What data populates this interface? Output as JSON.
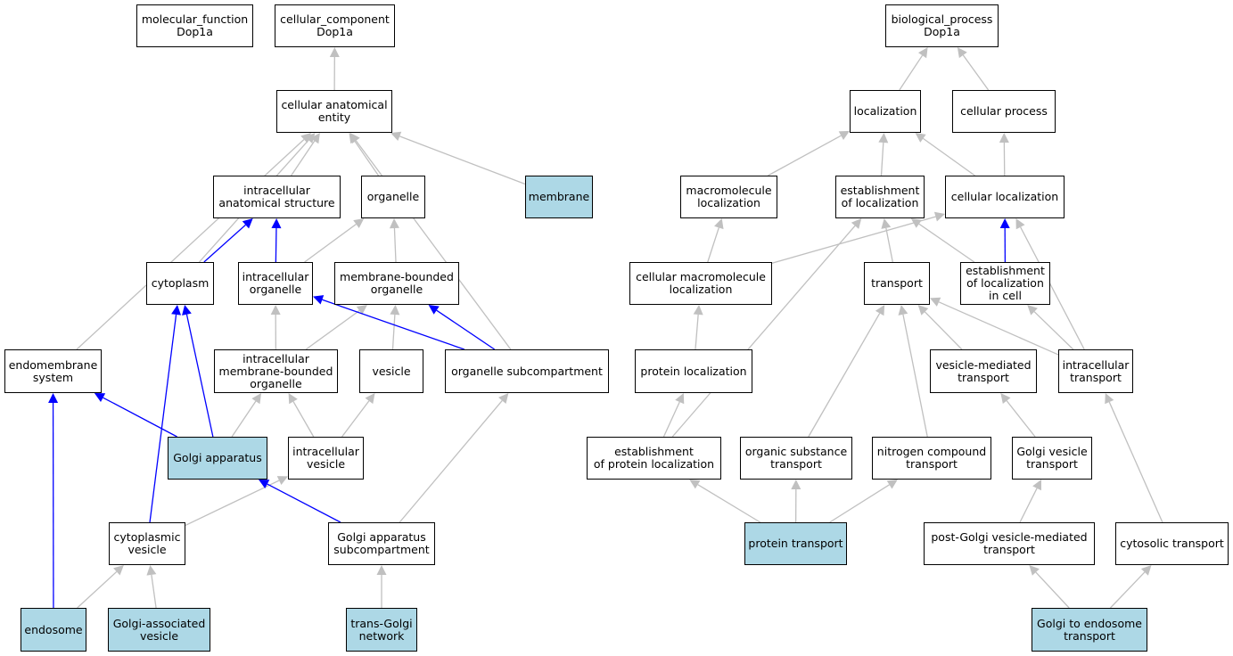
{
  "colors": {
    "highlight": "#add8e6",
    "node_fill": "#ffffff",
    "edge_default": "#c0c0c0",
    "edge_blue": "#0000ff",
    "border": "#000000"
  },
  "nodes": {
    "molecular_function": {
      "label": "molecular_function\nDop1a",
      "highlight": false
    },
    "cellular_component": {
      "label": "cellular_component\nDop1a",
      "highlight": false
    },
    "biological_process": {
      "label": "biological_process\nDop1a",
      "highlight": false
    },
    "cellular_anatomical_entity": {
      "label": "cellular anatomical\nentity",
      "highlight": false
    },
    "intracellular_anatomical_structure": {
      "label": "intracellular\nanatomical structure",
      "highlight": false
    },
    "organelle": {
      "label": "organelle",
      "highlight": false
    },
    "membrane": {
      "label": "membrane",
      "highlight": true
    },
    "cytoplasm": {
      "label": "cytoplasm",
      "highlight": false
    },
    "intracellular_organelle": {
      "label": "intracellular\norganelle",
      "highlight": false
    },
    "membrane_bounded_organelle": {
      "label": "membrane-bounded\norganelle",
      "highlight": false
    },
    "endomembrane_system": {
      "label": "endomembrane\nsystem",
      "highlight": false
    },
    "intracellular_membrane_bounded_organelle": {
      "label": "intracellular\nmembrane-bounded\norganelle",
      "highlight": false
    },
    "vesicle": {
      "label": "vesicle",
      "highlight": false
    },
    "organelle_subcompartment": {
      "label": "organelle subcompartment",
      "highlight": false
    },
    "golgi_apparatus": {
      "label": "Golgi apparatus",
      "highlight": true
    },
    "intracellular_vesicle": {
      "label": "intracellular\nvesicle",
      "highlight": false
    },
    "cytoplasmic_vesicle": {
      "label": "cytoplasmic\nvesicle",
      "highlight": false
    },
    "golgi_apparatus_subcompartment": {
      "label": "Golgi apparatus\nsubcompartment",
      "highlight": false
    },
    "endosome": {
      "label": "endosome",
      "highlight": true
    },
    "golgi_associated_vesicle": {
      "label": "Golgi-associated\nvesicle",
      "highlight": true
    },
    "trans_golgi_network": {
      "label": "trans-Golgi\nnetwork",
      "highlight": true
    },
    "localization": {
      "label": "localization",
      "highlight": false
    },
    "cellular_process": {
      "label": "cellular process",
      "highlight": false
    },
    "macromolecule_localization": {
      "label": "macromolecule\nlocalization",
      "highlight": false
    },
    "establishment_of_localization": {
      "label": "establishment\nof localization",
      "highlight": false
    },
    "cellular_localization": {
      "label": "cellular localization",
      "highlight": false
    },
    "cellular_macromolecule_localization": {
      "label": "cellular macromolecule\nlocalization",
      "highlight": false
    },
    "transport": {
      "label": "transport",
      "highlight": false
    },
    "establishment_of_localization_in_cell": {
      "label": "establishment\nof localization\nin cell",
      "highlight": false
    },
    "protein_localization": {
      "label": "protein localization",
      "highlight": false
    },
    "vesicle_mediated_transport": {
      "label": "vesicle-mediated\ntransport",
      "highlight": false
    },
    "intracellular_transport": {
      "label": "intracellular\ntransport",
      "highlight": false
    },
    "establishment_of_protein_localization": {
      "label": "establishment\nof protein localization",
      "highlight": false
    },
    "organic_substance_transport": {
      "label": "organic substance\ntransport",
      "highlight": false
    },
    "nitrogen_compound_transport": {
      "label": "nitrogen compound\ntransport",
      "highlight": false
    },
    "golgi_vesicle_transport": {
      "label": "Golgi vesicle\ntransport",
      "highlight": false
    },
    "protein_transport": {
      "label": "protein transport",
      "highlight": true
    },
    "post_golgi_vesicle_mediated_transport": {
      "label": "post-Golgi vesicle-mediated\ntransport",
      "highlight": false
    },
    "cytosolic_transport": {
      "label": "cytosolic transport",
      "highlight": false
    },
    "golgi_to_endosome_transport": {
      "label": "Golgi to endosome\ntransport",
      "highlight": true
    }
  },
  "edges": [
    {
      "from": "cellular_anatomical_entity",
      "to": "cellular_component",
      "relation": "is_a"
    },
    {
      "from": "intracellular_anatomical_structure",
      "to": "cellular_anatomical_entity",
      "relation": "is_a"
    },
    {
      "from": "organelle",
      "to": "cellular_anatomical_entity",
      "relation": "is_a"
    },
    {
      "from": "membrane",
      "to": "cellular_anatomical_entity",
      "relation": "is_a"
    },
    {
      "from": "cytoplasm",
      "to": "cellular_anatomical_entity",
      "relation": "is_a"
    },
    {
      "from": "endomembrane_system",
      "to": "cellular_anatomical_entity",
      "relation": "is_a"
    },
    {
      "from": "organelle_subcompartment",
      "to": "cellular_anatomical_entity",
      "relation": "is_a"
    },
    {
      "from": "cytoplasm",
      "to": "intracellular_anatomical_structure",
      "relation": "part_of"
    },
    {
      "from": "intracellular_organelle",
      "to": "intracellular_anatomical_structure",
      "relation": "part_of"
    },
    {
      "from": "intracellular_organelle",
      "to": "organelle",
      "relation": "is_a"
    },
    {
      "from": "membrane_bounded_organelle",
      "to": "organelle",
      "relation": "is_a"
    },
    {
      "from": "intracellular_membrane_bounded_organelle",
      "to": "intracellular_organelle",
      "relation": "is_a"
    },
    {
      "from": "intracellular_membrane_bounded_organelle",
      "to": "membrane_bounded_organelle",
      "relation": "is_a"
    },
    {
      "from": "vesicle",
      "to": "membrane_bounded_organelle",
      "relation": "is_a"
    },
    {
      "from": "organelle_subcompartment",
      "to": "intracellular_organelle",
      "relation": "part_of"
    },
    {
      "from": "organelle_subcompartment",
      "to": "membrane_bounded_organelle",
      "relation": "part_of"
    },
    {
      "from": "golgi_apparatus",
      "to": "cytoplasm",
      "relation": "part_of"
    },
    {
      "from": "golgi_apparatus",
      "to": "endomembrane_system",
      "relation": "part_of"
    },
    {
      "from": "golgi_apparatus",
      "to": "intracellular_membrane_bounded_organelle",
      "relation": "is_a"
    },
    {
      "from": "intracellular_vesicle",
      "to": "intracellular_membrane_bounded_organelle",
      "relation": "is_a"
    },
    {
      "from": "intracellular_vesicle",
      "to": "vesicle",
      "relation": "is_a"
    },
    {
      "from": "cytoplasmic_vesicle",
      "to": "cytoplasm",
      "relation": "part_of"
    },
    {
      "from": "cytoplasmic_vesicle",
      "to": "intracellular_vesicle",
      "relation": "is_a"
    },
    {
      "from": "golgi_apparatus_subcompartment",
      "to": "golgi_apparatus",
      "relation": "part_of"
    },
    {
      "from": "golgi_apparatus_subcompartment",
      "to": "organelle_subcompartment",
      "relation": "is_a"
    },
    {
      "from": "endosome",
      "to": "endomembrane_system",
      "relation": "part_of"
    },
    {
      "from": "endosome",
      "to": "cytoplasmic_vesicle",
      "relation": "is_a"
    },
    {
      "from": "golgi_associated_vesicle",
      "to": "cytoplasmic_vesicle",
      "relation": "is_a"
    },
    {
      "from": "trans_golgi_network",
      "to": "golgi_apparatus_subcompartment",
      "relation": "is_a"
    },
    {
      "from": "localization",
      "to": "biological_process",
      "relation": "is_a"
    },
    {
      "from": "cellular_process",
      "to": "biological_process",
      "relation": "is_a"
    },
    {
      "from": "macromolecule_localization",
      "to": "localization",
      "relation": "is_a"
    },
    {
      "from": "establishment_of_localization",
      "to": "localization",
      "relation": "is_a"
    },
    {
      "from": "cellular_localization",
      "to": "localization",
      "relation": "is_a"
    },
    {
      "from": "cellular_localization",
      "to": "cellular_process",
      "relation": "is_a"
    },
    {
      "from": "cellular_macromolecule_localization",
      "to": "macromolecule_localization",
      "relation": "is_a"
    },
    {
      "from": "cellular_macromolecule_localization",
      "to": "cellular_localization",
      "relation": "is_a"
    },
    {
      "from": "transport",
      "to": "establishment_of_localization",
      "relation": "is_a"
    },
    {
      "from": "establishment_of_localization_in_cell",
      "to": "establishment_of_localization",
      "relation": "is_a"
    },
    {
      "from": "establishment_of_localization_in_cell",
      "to": "cellular_localization",
      "relation": "part_of"
    },
    {
      "from": "protein_localization",
      "to": "cellular_macromolecule_localization",
      "relation": "is_a"
    },
    {
      "from": "establishment_of_protein_localization",
      "to": "protein_localization",
      "relation": "is_a"
    },
    {
      "from": "establishment_of_protein_localization",
      "to": "establishment_of_localization",
      "relation": "is_a"
    },
    {
      "from": "vesicle_mediated_transport",
      "to": "transport",
      "relation": "is_a"
    },
    {
      "from": "intracellular_transport",
      "to": "transport",
      "relation": "is_a"
    },
    {
      "from": "intracellular_transport",
      "to": "establishment_of_localization_in_cell",
      "relation": "is_a"
    },
    {
      "from": "intracellular_transport",
      "to": "cellular_localization",
      "relation": "is_a"
    },
    {
      "from": "organic_substance_transport",
      "to": "transport",
      "relation": "is_a"
    },
    {
      "from": "nitrogen_compound_transport",
      "to": "transport",
      "relation": "is_a"
    },
    {
      "from": "golgi_vesicle_transport",
      "to": "vesicle_mediated_transport",
      "relation": "is_a"
    },
    {
      "from": "protein_transport",
      "to": "establishment_of_protein_localization",
      "relation": "is_a"
    },
    {
      "from": "protein_transport",
      "to": "organic_substance_transport",
      "relation": "is_a"
    },
    {
      "from": "protein_transport",
      "to": "nitrogen_compound_transport",
      "relation": "is_a"
    },
    {
      "from": "post_golgi_vesicle_mediated_transport",
      "to": "golgi_vesicle_transport",
      "relation": "is_a"
    },
    {
      "from": "cytosolic_transport",
      "to": "intracellular_transport",
      "relation": "is_a"
    },
    {
      "from": "golgi_to_endosome_transport",
      "to": "post_golgi_vesicle_mediated_transport",
      "relation": "is_a"
    },
    {
      "from": "golgi_to_endosome_transport",
      "to": "cytosolic_transport",
      "relation": "is_a"
    }
  ]
}
